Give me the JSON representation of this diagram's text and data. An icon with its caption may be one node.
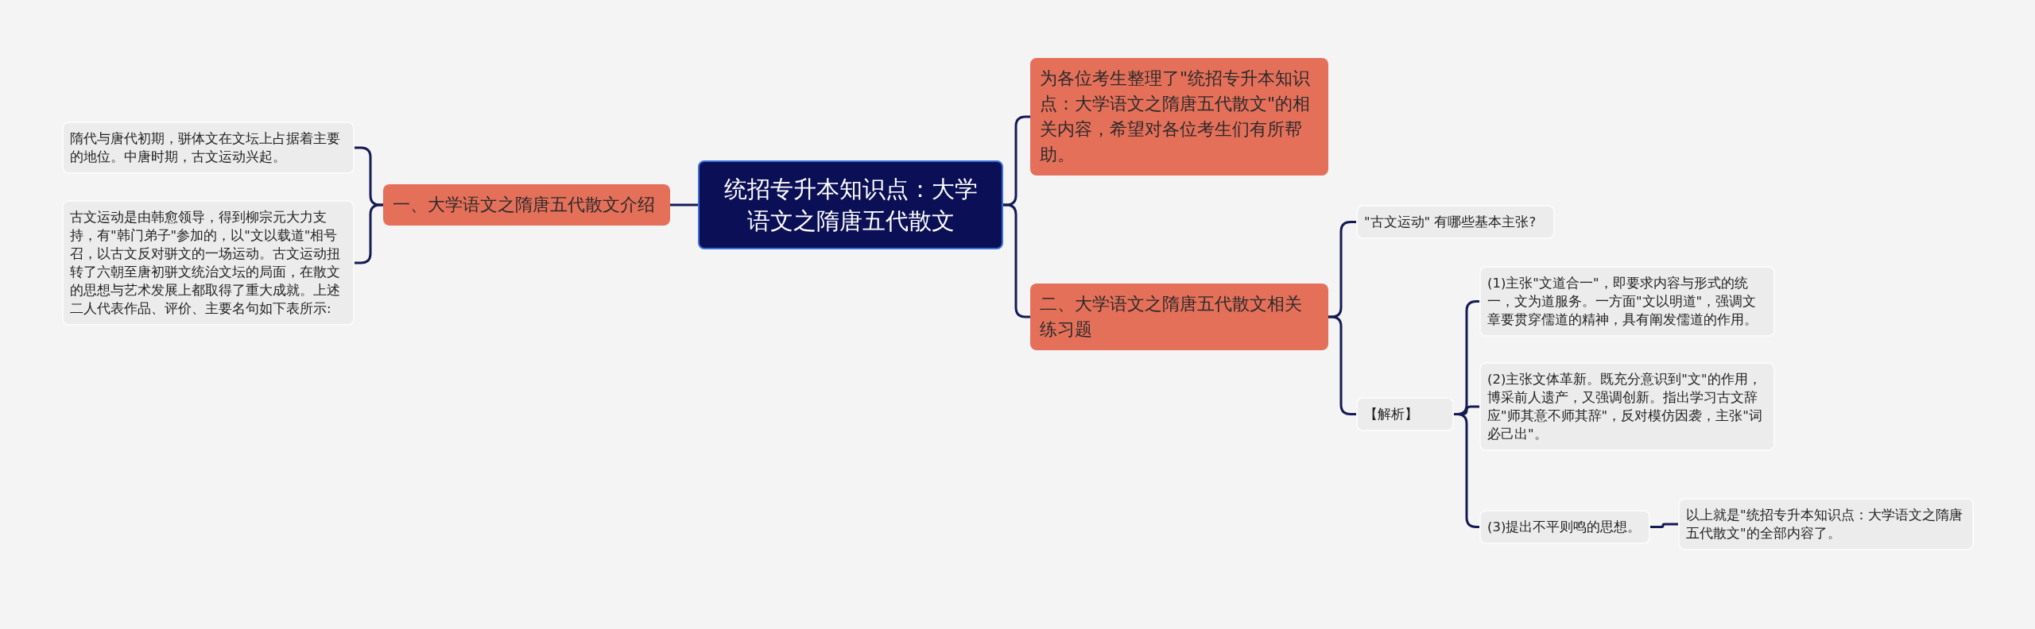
{
  "diagram": {
    "nodes": [
      {
        "text": [
          "统招专升本知识点：大学语文之隋唐五代散文"
        ]
      },
      {
        "text": [
          "一、大学语文之隋唐五代散文介绍"
        ]
      },
      {
        "text": [
          "隋代与唐代初期，骈体文在文坛上占据着主要的地位。中唐时期，古文运动兴起。"
        ]
      },
      {
        "text": [
          "古文运动是由韩愈领导，得到柳宗元大力支持，有\"韩门弟子\"参加的，以\"文以载道\"相号召，以古文反对骈文的一场运动。古文运动扭转了六朝至唐初骈文统治文坛的局面，在散文的思想与艺术发展上都取得了重大成就。上述二人代表作品、评价、主要名句如下表所示:"
        ]
      },
      {
        "text": [
          "为各位考生整理了\"统招专升本知识点：大学语文之隋唐五代散文\"的相关内容，希望对各位考生们有所帮助。"
        ]
      },
      {
        "text": [
          "二、大学语文之隋唐五代散文相关练习题"
        ]
      },
      {
        "text": [
          "\"古文运动\" 有哪些基本主张?"
        ]
      },
      {
        "text": [
          "【解析】"
        ]
      },
      {
        "text": [
          "(1)主张\"文道合一\"，即要求内容与形式的统一，文为道服务。一方面\"文以明道\"，强调文章要贯穿儒道的精神，具有阐发儒道的作用。"
        ]
      },
      {
        "text": [
          "(2)主张文体革新。既充分意识到\"文\"的作用，博采前人遗产，又强调创新。指出学习古文辞应\"师其意不师其辞\"，反对模仿因袭，主张\"词必己出\"。"
        ]
      },
      {
        "text": [
          "(3)提出不平则鸣的思想。"
        ]
      },
      {
        "text": [
          "以上就是\"统招专升本知识点：大学语文之隋唐五代散文\"的全部内容了。"
        ]
      }
    ],
    "edges": [
      {
        "from": 0,
        "to": 1,
        "arrow": "none"
      },
      {
        "from": 1,
        "to": 2,
        "arrow": "none"
      },
      {
        "from": 1,
        "to": 3,
        "arrow": "none"
      },
      {
        "from": 0,
        "to": 4,
        "arrow": "none"
      },
      {
        "from": 0,
        "to": 5,
        "arrow": "none"
      },
      {
        "from": 5,
        "to": 6,
        "arrow": "none"
      },
      {
        "from": 5,
        "to": 7,
        "arrow": "none"
      },
      {
        "from": 7,
        "to": 8,
        "arrow": "none"
      },
      {
        "from": 7,
        "to": 9,
        "arrow": "none"
      },
      {
        "from": 7,
        "to": 10,
        "arrow": "none"
      },
      {
        "from": 10,
        "to": 11,
        "arrow": "none"
      }
    ]
  }
}
